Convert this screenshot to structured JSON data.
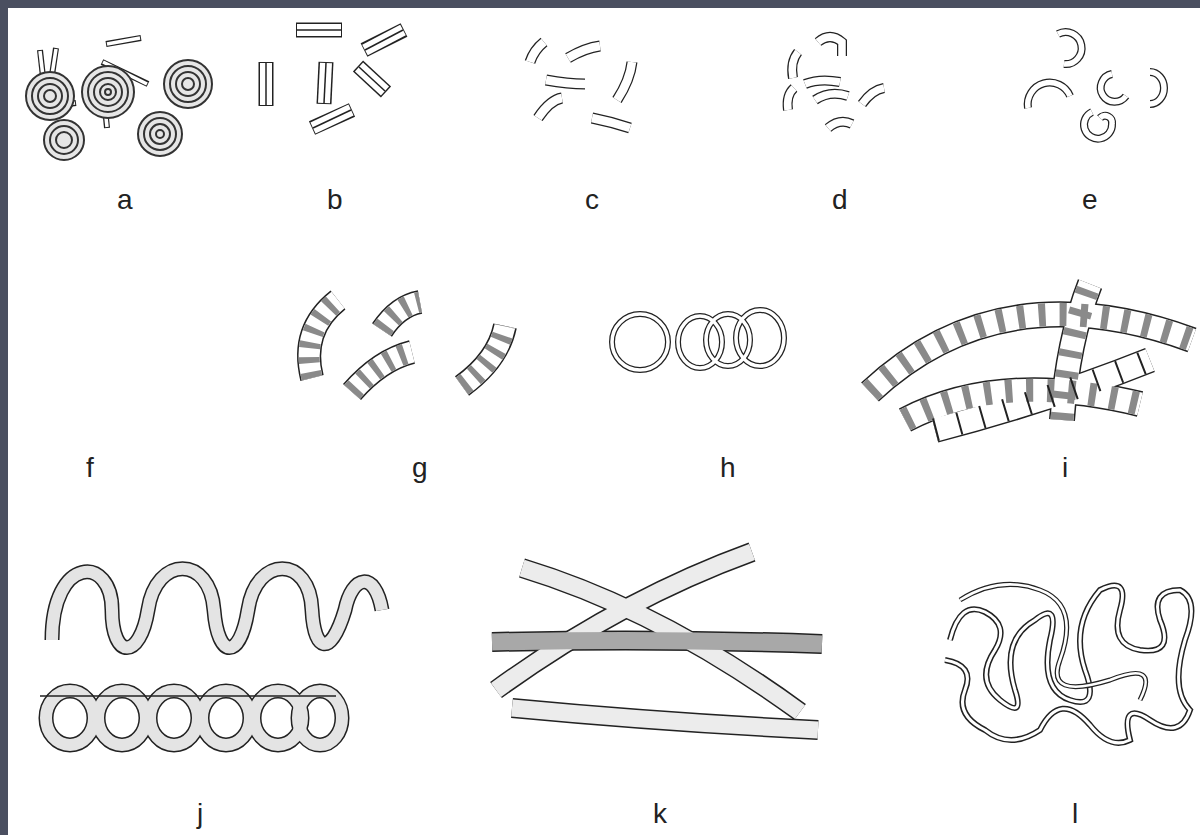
{
  "diagram": {
    "labels": [
      "a",
      "b",
      "c",
      "d",
      "e",
      "f",
      "g",
      "h",
      "i",
      "j",
      "k",
      "l"
    ]
  }
}
